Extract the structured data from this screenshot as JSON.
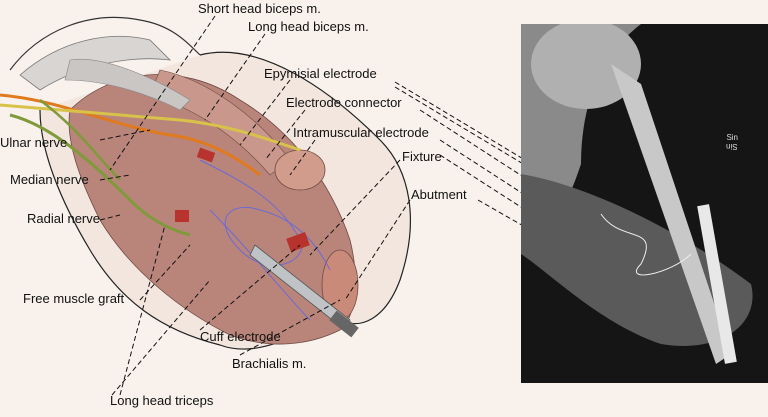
{
  "labels": {
    "short_head_biceps": "Short head biceps m.",
    "long_head_biceps": "Long head biceps m.",
    "epymisial_electrode": "Epymisial electrode",
    "electrode_connector": "Electrode connector",
    "intramuscular_electrode": "Intramuscular electrode",
    "fixture": "Fixture",
    "abutment": "Abutment",
    "ulnar_nerve": "Ulnar nerve",
    "median_nerve": "Median nerve",
    "radial_nerve": "Radial nerve",
    "free_muscle_graft": "Free muscle graft",
    "cuff_electrode": "Cuff electrode",
    "brachialis": "Brachialis m.",
    "long_head_triceps": "Long head triceps"
  },
  "xray": {
    "side_marker": "Sin"
  },
  "colors": {
    "background": "#f9f2ec",
    "muscle": "#b9857a",
    "nerve_yellow": "#d8c24a",
    "nerve_green": "#7f9a3a",
    "nerve_orange": "#e07a1e",
    "electrode": "#b8322e"
  }
}
